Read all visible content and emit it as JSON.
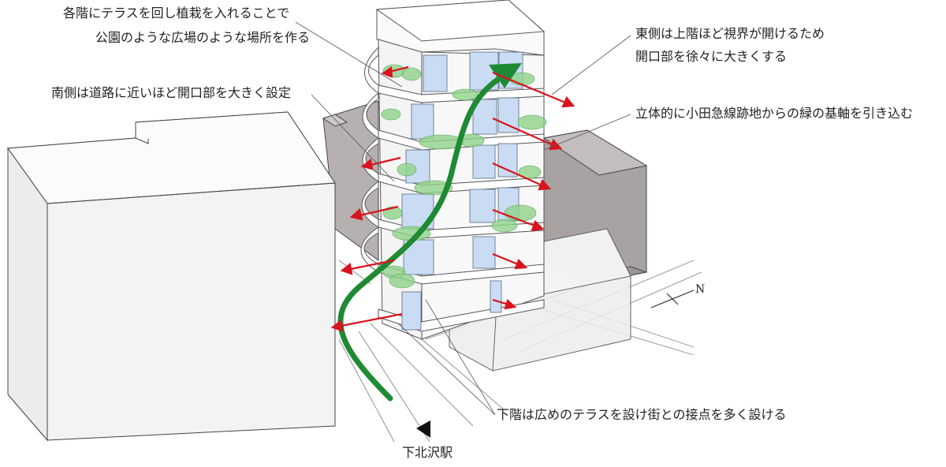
{
  "annotations": {
    "terrace_line1": "各階にテラスを回し植栽を入れることで",
    "terrace_line2": "公園のような広場のような場所を作る",
    "south_openings": "南側は道路に近いほど開口部を大きく設定",
    "east_line1": "東側は上階ほど視界が開けるため",
    "east_line2": "開口部を徐々に大きくする",
    "green_axis": "立体的に小田急線跡地からの緑の基軸を引き込む",
    "lower_floors": "下階は広めのテラスを設け街との接点を多く設ける"
  },
  "station_label": "下北沢駅",
  "north_label": "N",
  "colors": {
    "arrow_red": "#d8141e",
    "green_axis": "#1f8a34",
    "foliage": "#8fd28a",
    "glass": "#c9dcf3",
    "dark_volume": "#b5aeae",
    "light_volume": "#ececee"
  }
}
